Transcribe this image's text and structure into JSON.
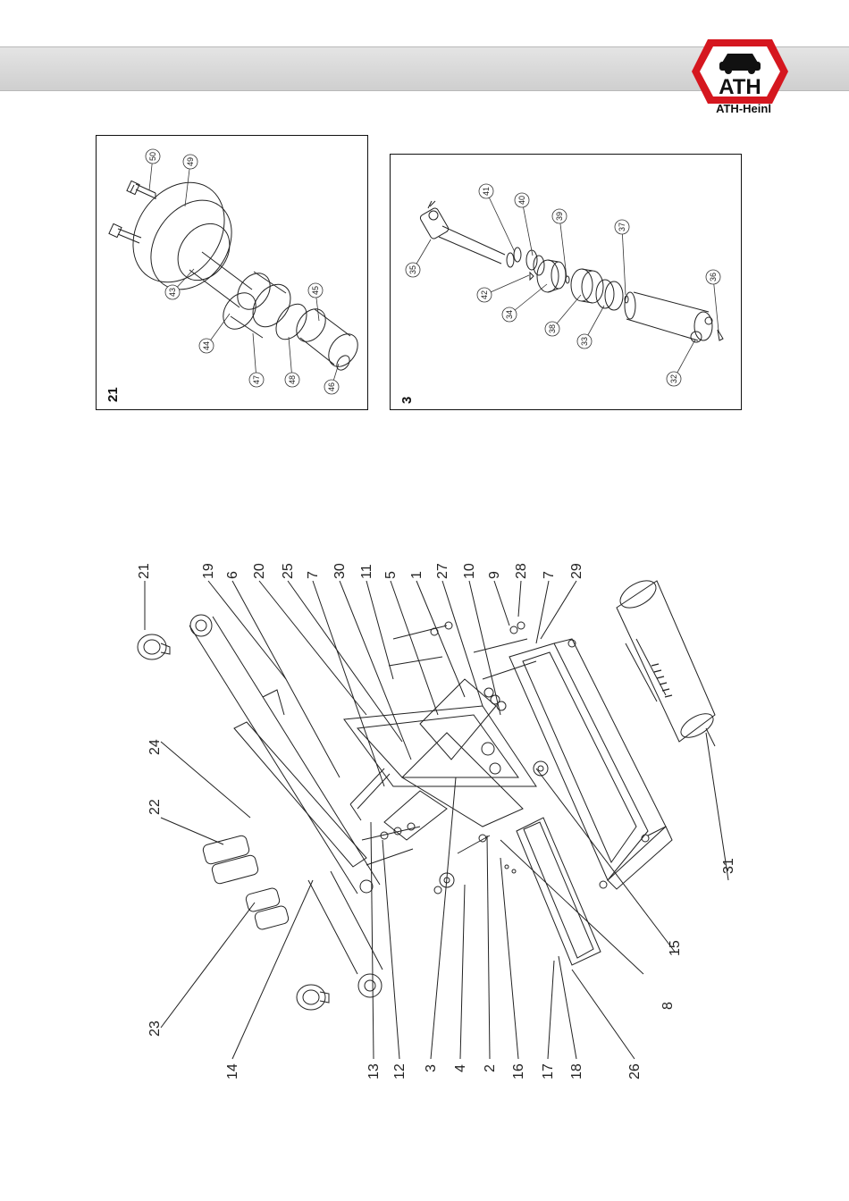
{
  "header": {
    "logo_text": "ATH",
    "brand_name": "ATH-Heinl",
    "brand_red": "#d5171f"
  },
  "inset_21": {
    "number": "21",
    "part_labels": [
      "50",
      "49",
      "43",
      "44",
      "47",
      "48",
      "45",
      "46"
    ]
  },
  "inset_3": {
    "number": "3",
    "part_labels": [
      "41",
      "40",
      "39",
      "37",
      "35",
      "42",
      "34",
      "38",
      "33",
      "36",
      "32"
    ]
  },
  "main": {
    "top_labels": [
      "21",
      "19",
      "6",
      "20",
      "25",
      "7",
      "30",
      "11",
      "5",
      "1",
      "27",
      "10",
      "9",
      "28",
      "7",
      "29"
    ],
    "left_labels": [
      "24",
      "22",
      "23",
      "14"
    ],
    "bottom_labels": [
      "13",
      "12",
      "3",
      "4",
      "2",
      "16",
      "17",
      "18",
      "26"
    ],
    "right_labels": [
      "31",
      "15",
      "8"
    ]
  }
}
